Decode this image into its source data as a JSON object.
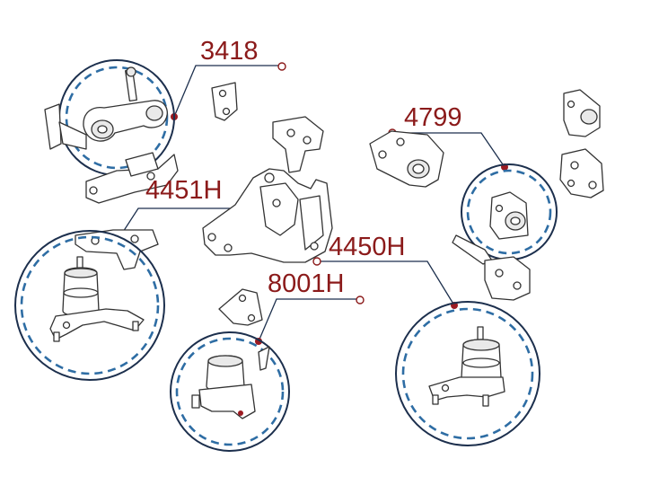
{
  "callouts": {
    "c3418": "3418",
    "c4799": "4799",
    "c4451h": "4451H",
    "c4450h": "4450H",
    "c8001h": "8001H"
  },
  "colors": {
    "label": "#8b1a1a",
    "ring": "#1c2f4d",
    "dashed_ring": "#2e6da4",
    "dot": "#9b1b22"
  }
}
